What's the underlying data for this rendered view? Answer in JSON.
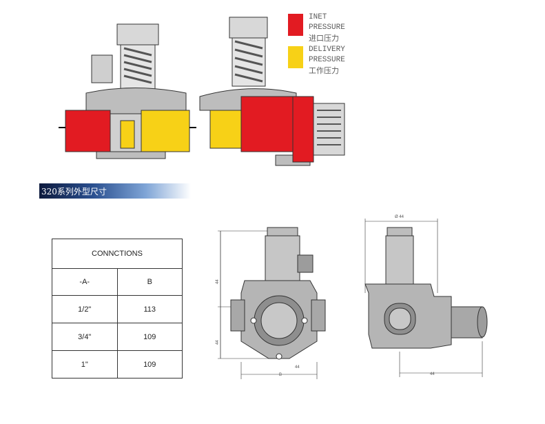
{
  "legend": {
    "items": [
      {
        "en": "INET PRESSURE",
        "zh": "进口压力",
        "color": "#e21b22"
      },
      {
        "en": "DELIVERY PRESSURE",
        "zh": "工作压力",
        "color": "#f7d117"
      }
    ]
  },
  "section": {
    "title": "320系列外型尺寸"
  },
  "connections_table": {
    "title": "CONNCTIONS",
    "headers": [
      "-A-",
      "B"
    ],
    "rows": [
      [
        "1/2\"",
        "113"
      ],
      [
        "3/4\"",
        "109"
      ],
      [
        "1\"",
        "109"
      ]
    ]
  },
  "dimensions": {
    "front_height_upper": "44",
    "front_height_lower": "44",
    "front_bottom_width": "44",
    "front_bottom_label": "B",
    "side_top_diameter": "Ø 44",
    "side_bottom_width": "44"
  },
  "colors": {
    "inlet": "#e21b22",
    "delivery": "#f7d117",
    "banner": "#1f3a6e",
    "body_gray": "#9c9c9c"
  }
}
